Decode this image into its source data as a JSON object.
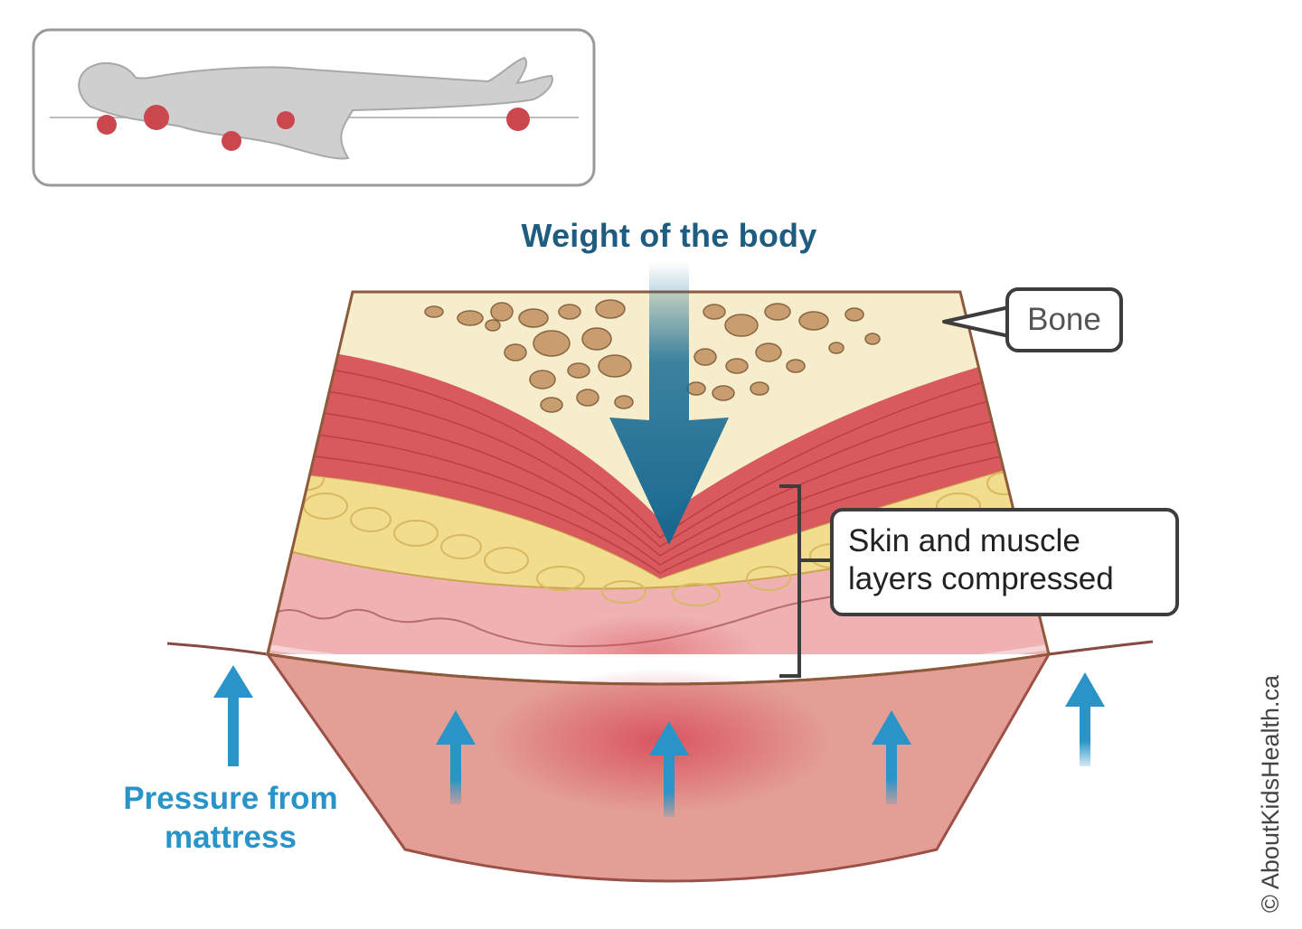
{
  "labels": {
    "weight": "Weight of the body",
    "bone": "Bone",
    "skin_line1": "Skin and muscle",
    "skin_line2": "layers compressed",
    "pressure_line1": "Pressure from",
    "pressure_line2": "mattress",
    "copyright": "© AboutKidsHealth.ca"
  },
  "colors": {
    "weight_text": "#1f5d80",
    "pressure_arrow": "#2a94c8",
    "pressure_point": "#c9474d",
    "bone": "#f6edcc",
    "muscle": "#d85a5c",
    "fat": "#f2dc8e",
    "skin": "#eaa7a6",
    "mattress": "#e39f95"
  }
}
